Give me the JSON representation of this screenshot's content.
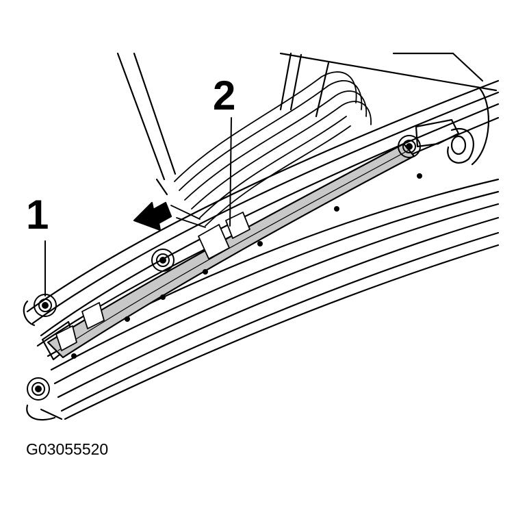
{
  "callouts": [
    {
      "label": "1"
    },
    {
      "label": "2"
    }
  ],
  "figure_id": "G03055520",
  "colors": {
    "line": "#000000",
    "strip_fill": "#c8c8c8",
    "background": "#ffffff"
  }
}
